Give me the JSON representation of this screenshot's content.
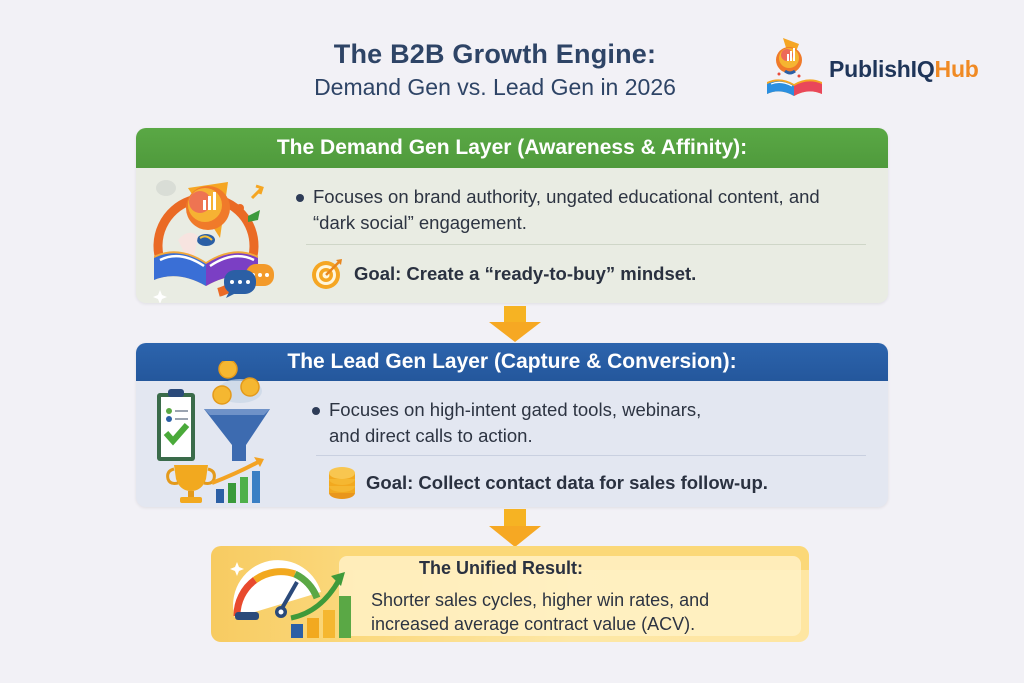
{
  "header": {
    "title": "The B2B Growth Engine:",
    "subtitle": "Demand Gen vs. Lead Gen in 2026"
  },
  "logo": {
    "name_part1": "PublishIQ",
    "name_part2": "Hub",
    "icon": "lightbulb-book-icon",
    "colors": {
      "primary": "#1f3559",
      "accent": "#f08a24"
    }
  },
  "layers": [
    {
      "title": "The Demand Gen Layer (Awareness & Affinity):",
      "header_color": "#52a03f",
      "icon": "lightbulb-book-chat-icon",
      "bullet_line1": "Focuses on brand authority, ungated educational content, and",
      "bullet_line2": "“dark social” engagement.",
      "goal_icon": "target-icon",
      "goal": "Goal: Create a “ready-to-buy” mindset."
    },
    {
      "title": "The Lead Gen Layer (Capture & Conversion):",
      "header_color": "#285ea5",
      "icon": "clipboard-funnel-trophy-icon",
      "bullet_line1": "Focuses on high-intent gated tools, webinars,",
      "bullet_line2": "and direct calls to action.",
      "goal_icon": "coin-stack-icon",
      "goal": "Goal: Collect contact data for sales follow-up."
    }
  ],
  "connectors": {
    "icon": "down-arrow-icon",
    "color": "#f6b323"
  },
  "result": {
    "title": "The Unified Result:",
    "line1": "Shorter sales cycles, higher win rates, and",
    "line2": "increased average contract value (ACV).",
    "icon": "speedometer-growth-chart-icon"
  }
}
